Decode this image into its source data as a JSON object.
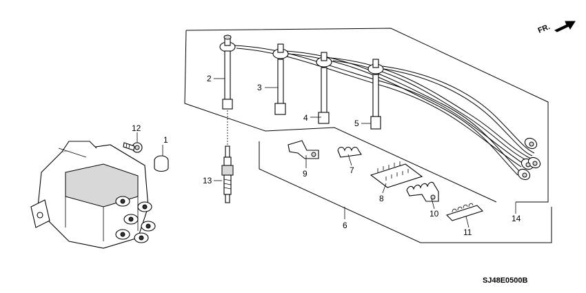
{
  "direction_badge": {
    "label": "FR.",
    "icon": "forward-arrow-icon"
  },
  "diagram_code": "SJ48E0500B",
  "callouts": {
    "c1": "1",
    "c2": "2",
    "c3": "3",
    "c4": "4",
    "c5": "5",
    "c6": "6",
    "c7": "7",
    "c8": "8",
    "c9": "9",
    "c10": "10",
    "c11": "11",
    "c12": "12",
    "c13": "13",
    "c14": "14"
  }
}
